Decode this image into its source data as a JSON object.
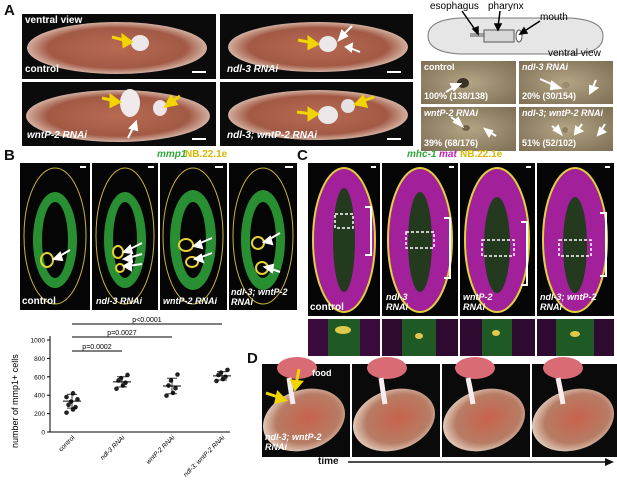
{
  "panel_labels": {
    "a": "A",
    "b": "B",
    "c": "C",
    "d": "D"
  },
  "panel_a": {
    "view_label": "ventral view",
    "photos": [
      "control",
      "ndl-3 RNAi",
      "wntP-2 RNAi",
      "ndl-3; wntP-2 RNAi"
    ],
    "schematic": {
      "esophagus": "esophagus",
      "pharynx": "pharynx",
      "mouth": "mouth",
      "view": "ventral view"
    },
    "closeups": [
      {
        "condition": "control",
        "stat": "100% (138/138)"
      },
      {
        "condition": "ndl-3 RNAi",
        "stat": "20% (30/154)"
      },
      {
        "condition": "wntP-2 RNAi",
        "stat": "39% (68/176)"
      },
      {
        "condition": "ndl-3; wntP-2 RNAi",
        "stat": "51% (52/102)"
      }
    ]
  },
  "panel_b": {
    "stain_green": "mmp1",
    "stain_yellow": "NB.22.1e",
    "images": [
      "control",
      "ndl-3 RNAi",
      "wntP-2 RNAi",
      "ndl-3; wntP-2 RNAi"
    ]
  },
  "panel_c": {
    "stain_green": "mhc-1",
    "stain_magenta": "mat",
    "stain_yellow": "NB.22.1e",
    "images": [
      "control",
      "ndl-3 RNAi",
      "wntP-2 RNAi",
      "ndl-3; wntP-2 RNAi"
    ]
  },
  "panel_d": {
    "food_label": "food",
    "condition": "ndl-3; wntP-2 RNAi",
    "axis_label": "time"
  },
  "chart_data": {
    "type": "scatter",
    "ylabel": "number of mmp1+ cells",
    "ylim": [
      0,
      1000
    ],
    "yticks": [
      0,
      200,
      400,
      600,
      800,
      1000
    ],
    "categories": [
      "control",
      "ndl-3 RNAi",
      "wntP-2 RNAi",
      "ndl-3; wntP-2 RNAi"
    ],
    "points": [
      [
        210,
        245,
        270,
        295,
        330,
        355,
        380,
        420
      ],
      [
        470,
        505,
        535,
        560,
        585,
        620
      ],
      [
        395,
        425,
        475,
        505,
        560,
        625
      ],
      [
        555,
        575,
        600,
        620,
        645,
        675
      ]
    ],
    "means": [
      335,
      545,
      500,
      610
    ],
    "errors": [
      75,
      55,
      85,
      45
    ],
    "comparisons": [
      {
        "label": "p<0.0001",
        "from": 0,
        "to": 3
      },
      {
        "label": "p=0.0027",
        "from": 0,
        "to": 2
      },
      {
        "label": "p=0.0002",
        "from": 0,
        "to": 1
      }
    ]
  }
}
